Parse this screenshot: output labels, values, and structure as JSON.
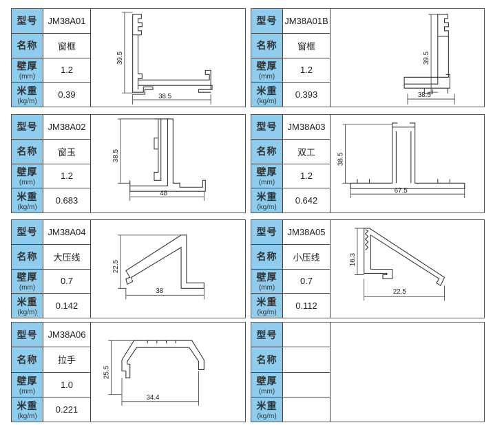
{
  "labels": {
    "model": "型号",
    "name": "名称",
    "thickness": "壁厚",
    "thickness_unit": "(mm)",
    "weight": "米重",
    "weight_unit": "(kg/m)"
  },
  "profiles": [
    {
      "model": "JM38A01",
      "name": "窗框",
      "thickness": "1.2",
      "weight": "0.39",
      "dim_h": "39.5",
      "dim_w": "38.5"
    },
    {
      "model": "JM38A01B",
      "name": "窗框",
      "thickness": "1.2",
      "weight": "0.393",
      "dim_h": "39.5",
      "dim_w": "38.5"
    },
    {
      "model": "JM38A02",
      "name": "窗玉",
      "thickness": "1.2",
      "weight": "0.683",
      "dim_h": "38.5",
      "dim_w": "48"
    },
    {
      "model": "JM38A03",
      "name": "双工",
      "thickness": "1.2",
      "weight": "0.642",
      "dim_h": "38.5",
      "dim_w": "67.5"
    },
    {
      "model": "JM38A04",
      "name": "大压线",
      "thickness": "0.7",
      "weight": "0.142",
      "dim_h": "22.5",
      "dim_w": "38"
    },
    {
      "model": "JM38A05",
      "name": "小压线",
      "thickness": "0.7",
      "weight": "0.112",
      "dim_h": "16.3",
      "dim_w": "22.5"
    },
    {
      "model": "JM38A06",
      "name": "拉手",
      "thickness": "1.0",
      "weight": "0.221",
      "dim_h": "25.5",
      "dim_w": "34.4"
    },
    {
      "model": "",
      "name": "",
      "thickness": "",
      "weight": "",
      "dim_h": "",
      "dim_w": ""
    }
  ],
  "colors": {
    "label_bg": "#8fcdef",
    "border": "#444444"
  }
}
